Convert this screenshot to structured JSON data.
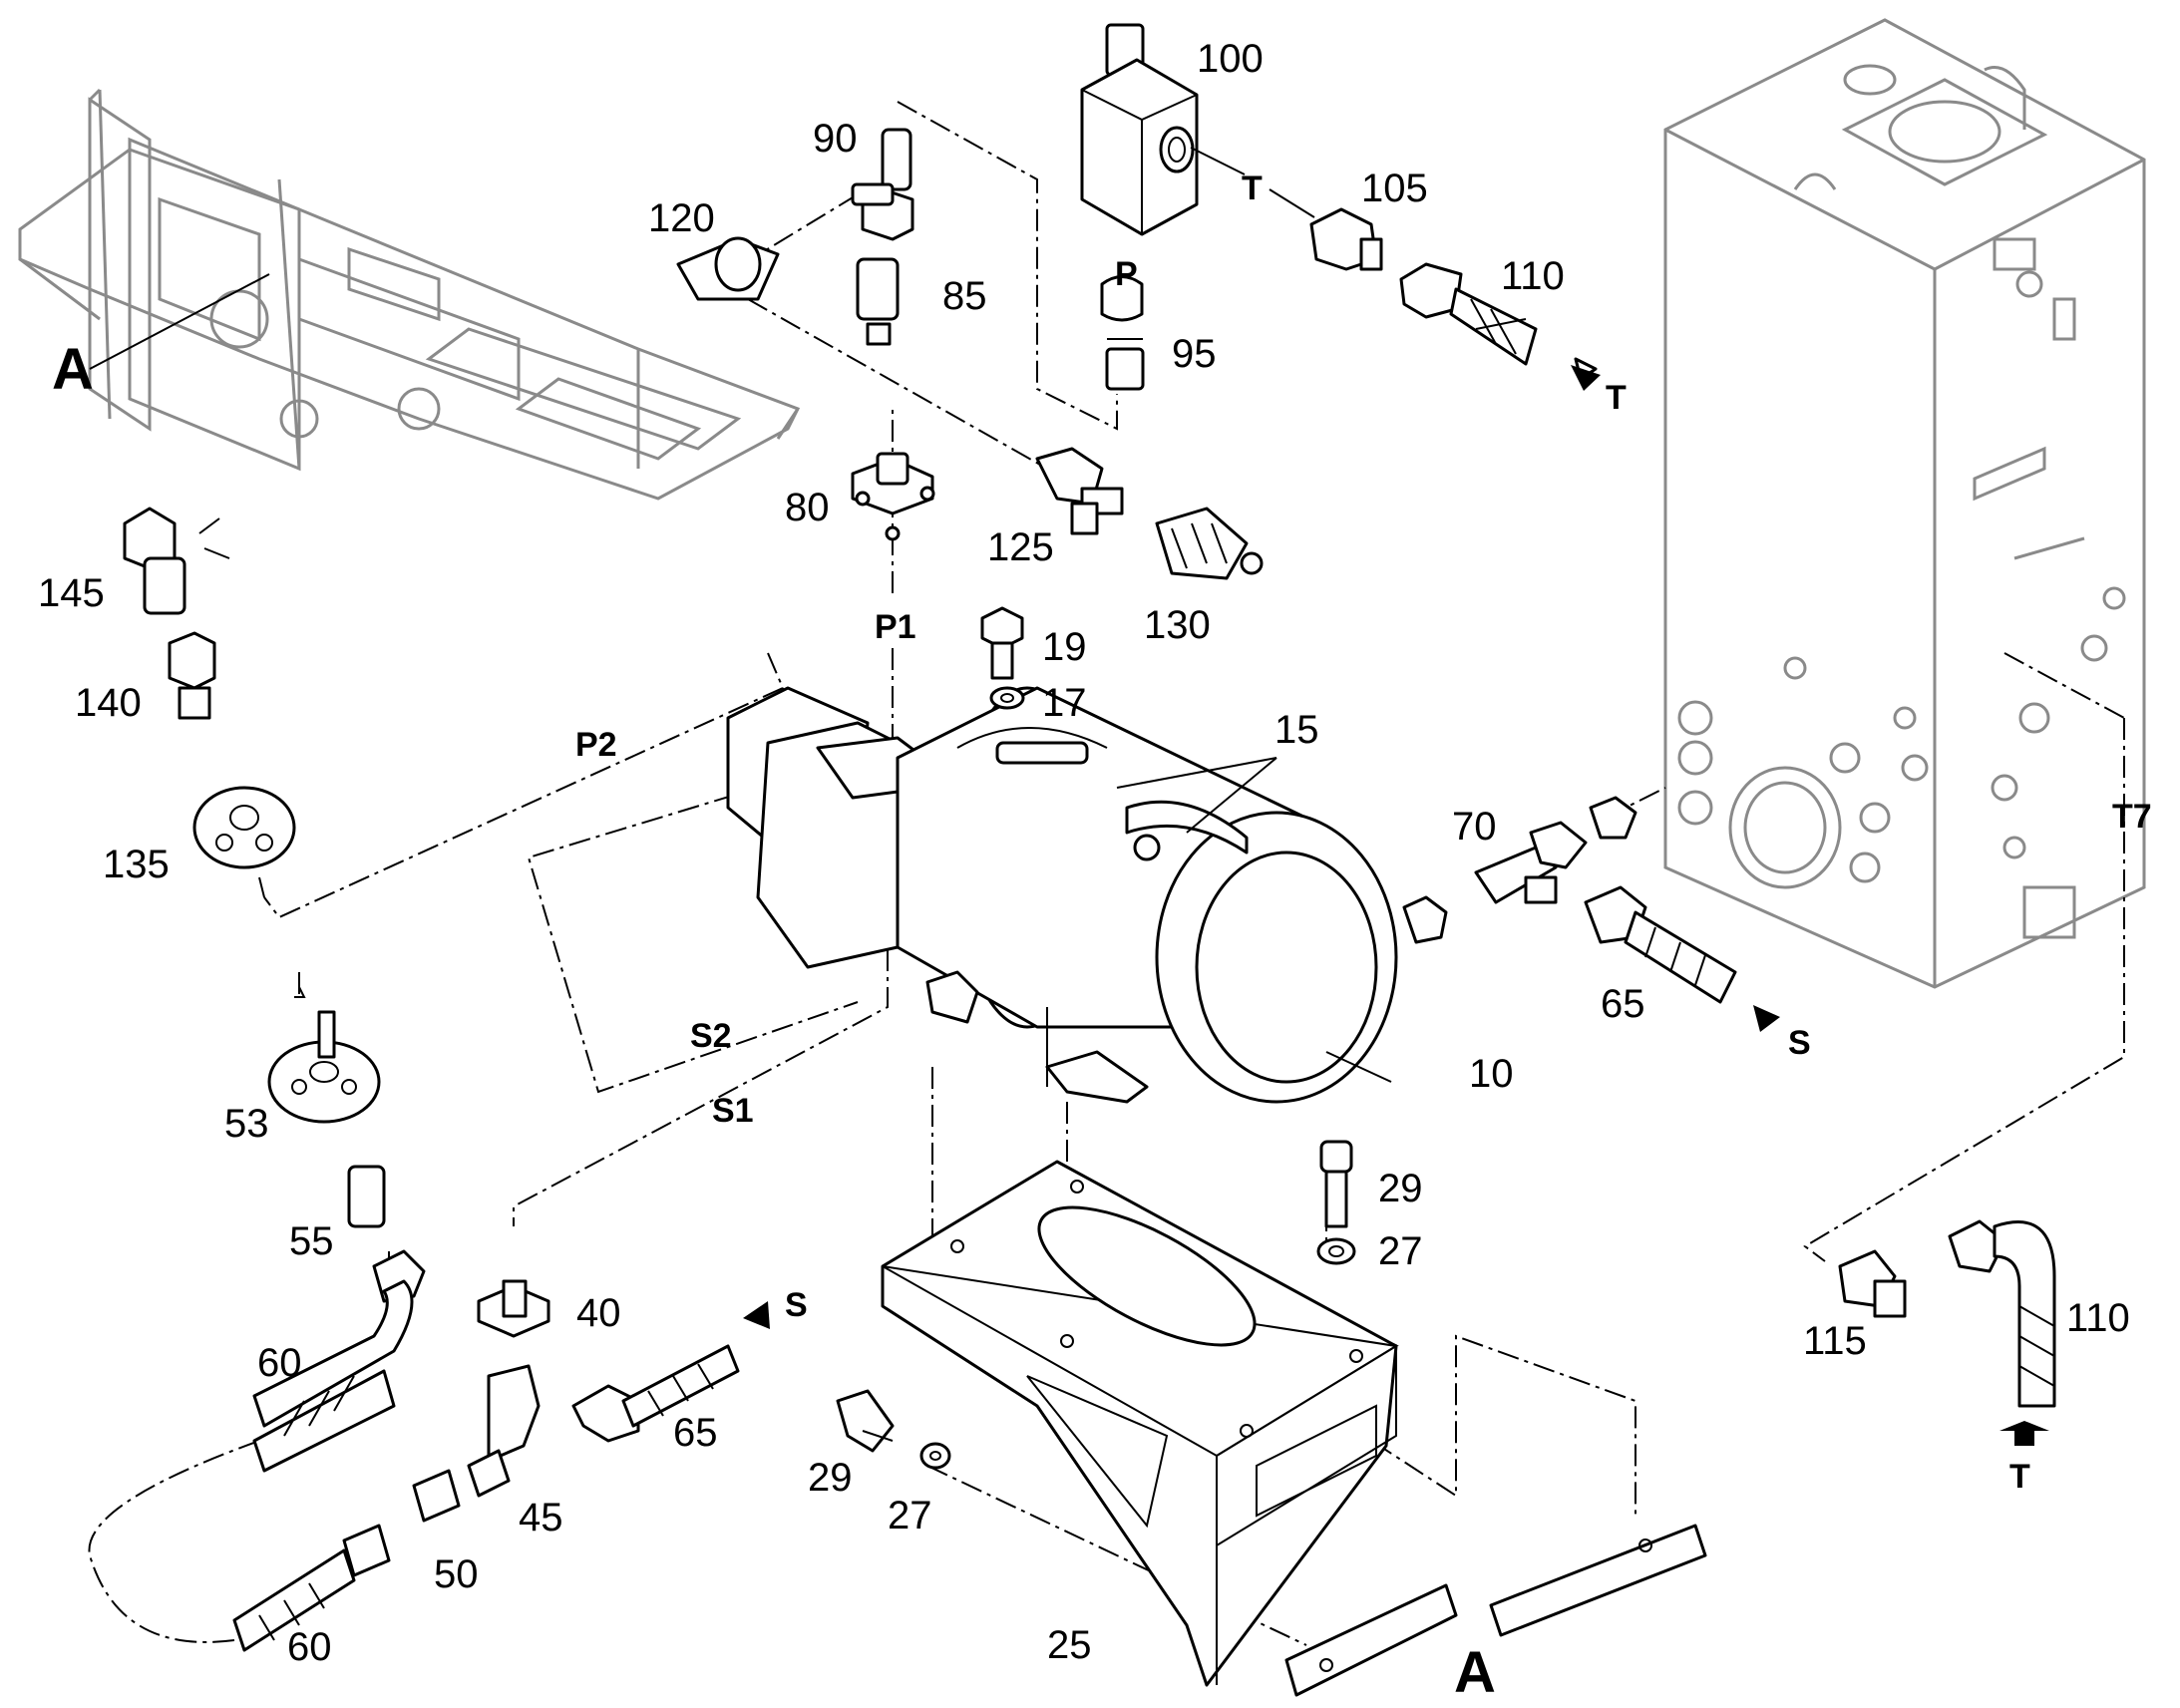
{
  "labels": {
    "l100": "100",
    "l90": "90",
    "l120": "120",
    "l85": "85",
    "l105": "105",
    "l110a": "110",
    "l95": "95",
    "l80": "80",
    "l125": "125",
    "l130": "130",
    "l145": "145",
    "l140": "140",
    "l135": "135",
    "l19": "19",
    "l17": "17",
    "l15": "15",
    "l70": "70",
    "l65a": "65",
    "l10": "10",
    "l53": "53",
    "l55": "55",
    "l29a": "29",
    "l27a": "27",
    "l40": "40",
    "l60a": "60",
    "l65b": "65",
    "l45": "45",
    "l50": "50",
    "l60b": "60",
    "l29b": "29",
    "l27b": "27",
    "l25": "25",
    "l115": "115",
    "l110b": "110"
  },
  "signals": {
    "T_valve": "T",
    "P_valve": "P",
    "T_out": "T",
    "P1": "P1",
    "P2": "P2",
    "S2": "S2",
    "S1": "S1",
    "S_tank": "S",
    "S_left": "S",
    "T7": "T7",
    "T_bottom": "T"
  },
  "views": {
    "frame_ref": "A",
    "bracket_ref": "A"
  }
}
